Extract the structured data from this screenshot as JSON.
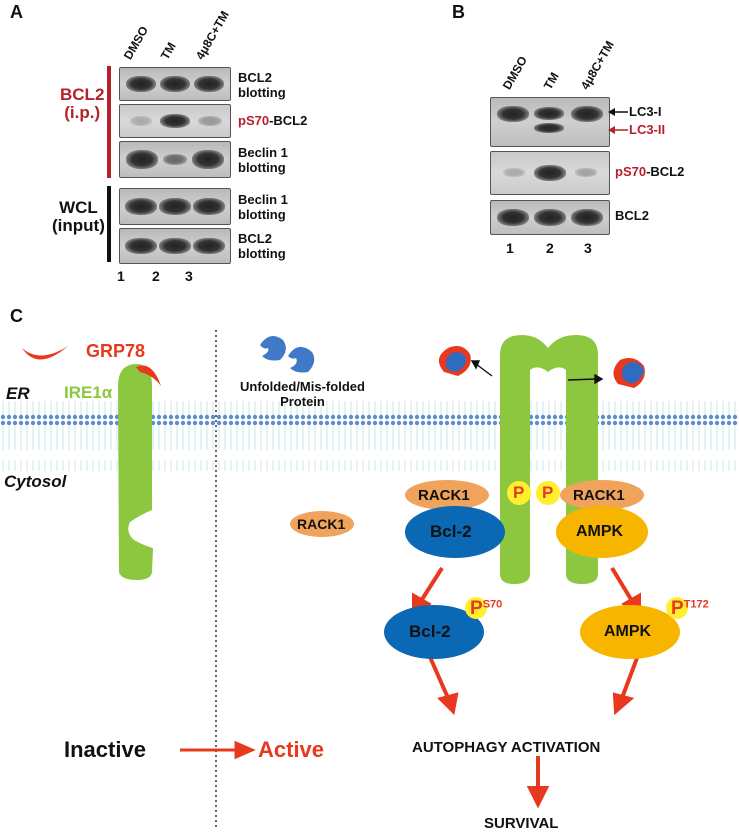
{
  "panelA": {
    "letter": "A",
    "lanes": [
      "DMSO",
      "TM",
      "4μ8C+TM"
    ],
    "group1": {
      "line1": "BCL2",
      "line2": "(i.p.)"
    },
    "group2": {
      "line1": "WCL",
      "line2": "(input)"
    },
    "rows": [
      {
        "a": "BCL2",
        "b": "blotting"
      },
      {
        "a": "pS70",
        "b": "-BCL2"
      },
      {
        "a": "Beclin 1",
        "b": "blotting"
      },
      {
        "a": "Beclin 1",
        "b": "blotting"
      },
      {
        "a": "BCL2",
        "b": "blotting"
      }
    ],
    "lane_numbers": [
      "1",
      "2",
      "3"
    ]
  },
  "panelB": {
    "letter": "B",
    "lanes": [
      "DMSO",
      "TM",
      "4μ8C+TM"
    ],
    "lc3i": "LC3-I",
    "lc3ii": "LC3-II",
    "ps70": "pS70",
    "ps70_suffix": "-BCL2",
    "bcl2": "BCL2",
    "lane_numbers": [
      "1",
      "2",
      "3"
    ]
  },
  "panelC": {
    "letter": "C",
    "grp78": "GRP78",
    "ire1a": "IRE1α",
    "er": "ER",
    "cytosol": "Cytosol",
    "unfolded_line1": "Unfolded/Mis-folded",
    "unfolded_line2": "Protein",
    "rack1_free": "RACK1",
    "rack1_left": "RACK1",
    "rack1_right": "RACK1",
    "p": "P",
    "bcl2_top": "Bcl-2",
    "ampk_top": "AMPK",
    "bcl2_bottom": "Bcl-2",
    "ampk_bottom": "AMPK",
    "ps70_sup": "S70",
    "pt172_sup": "T172",
    "inactive": "Inactive",
    "active": "Active",
    "autophagy": "AUTOPHAGY ACTIVATION",
    "survival": "SURVIVAL",
    "colors": {
      "red": "#e8381e",
      "green": "#8dc63f",
      "blue": "#0a68b4",
      "orange": "#f0a35a",
      "gold": "#f7b500",
      "yellow": "#ffef2e"
    }
  }
}
